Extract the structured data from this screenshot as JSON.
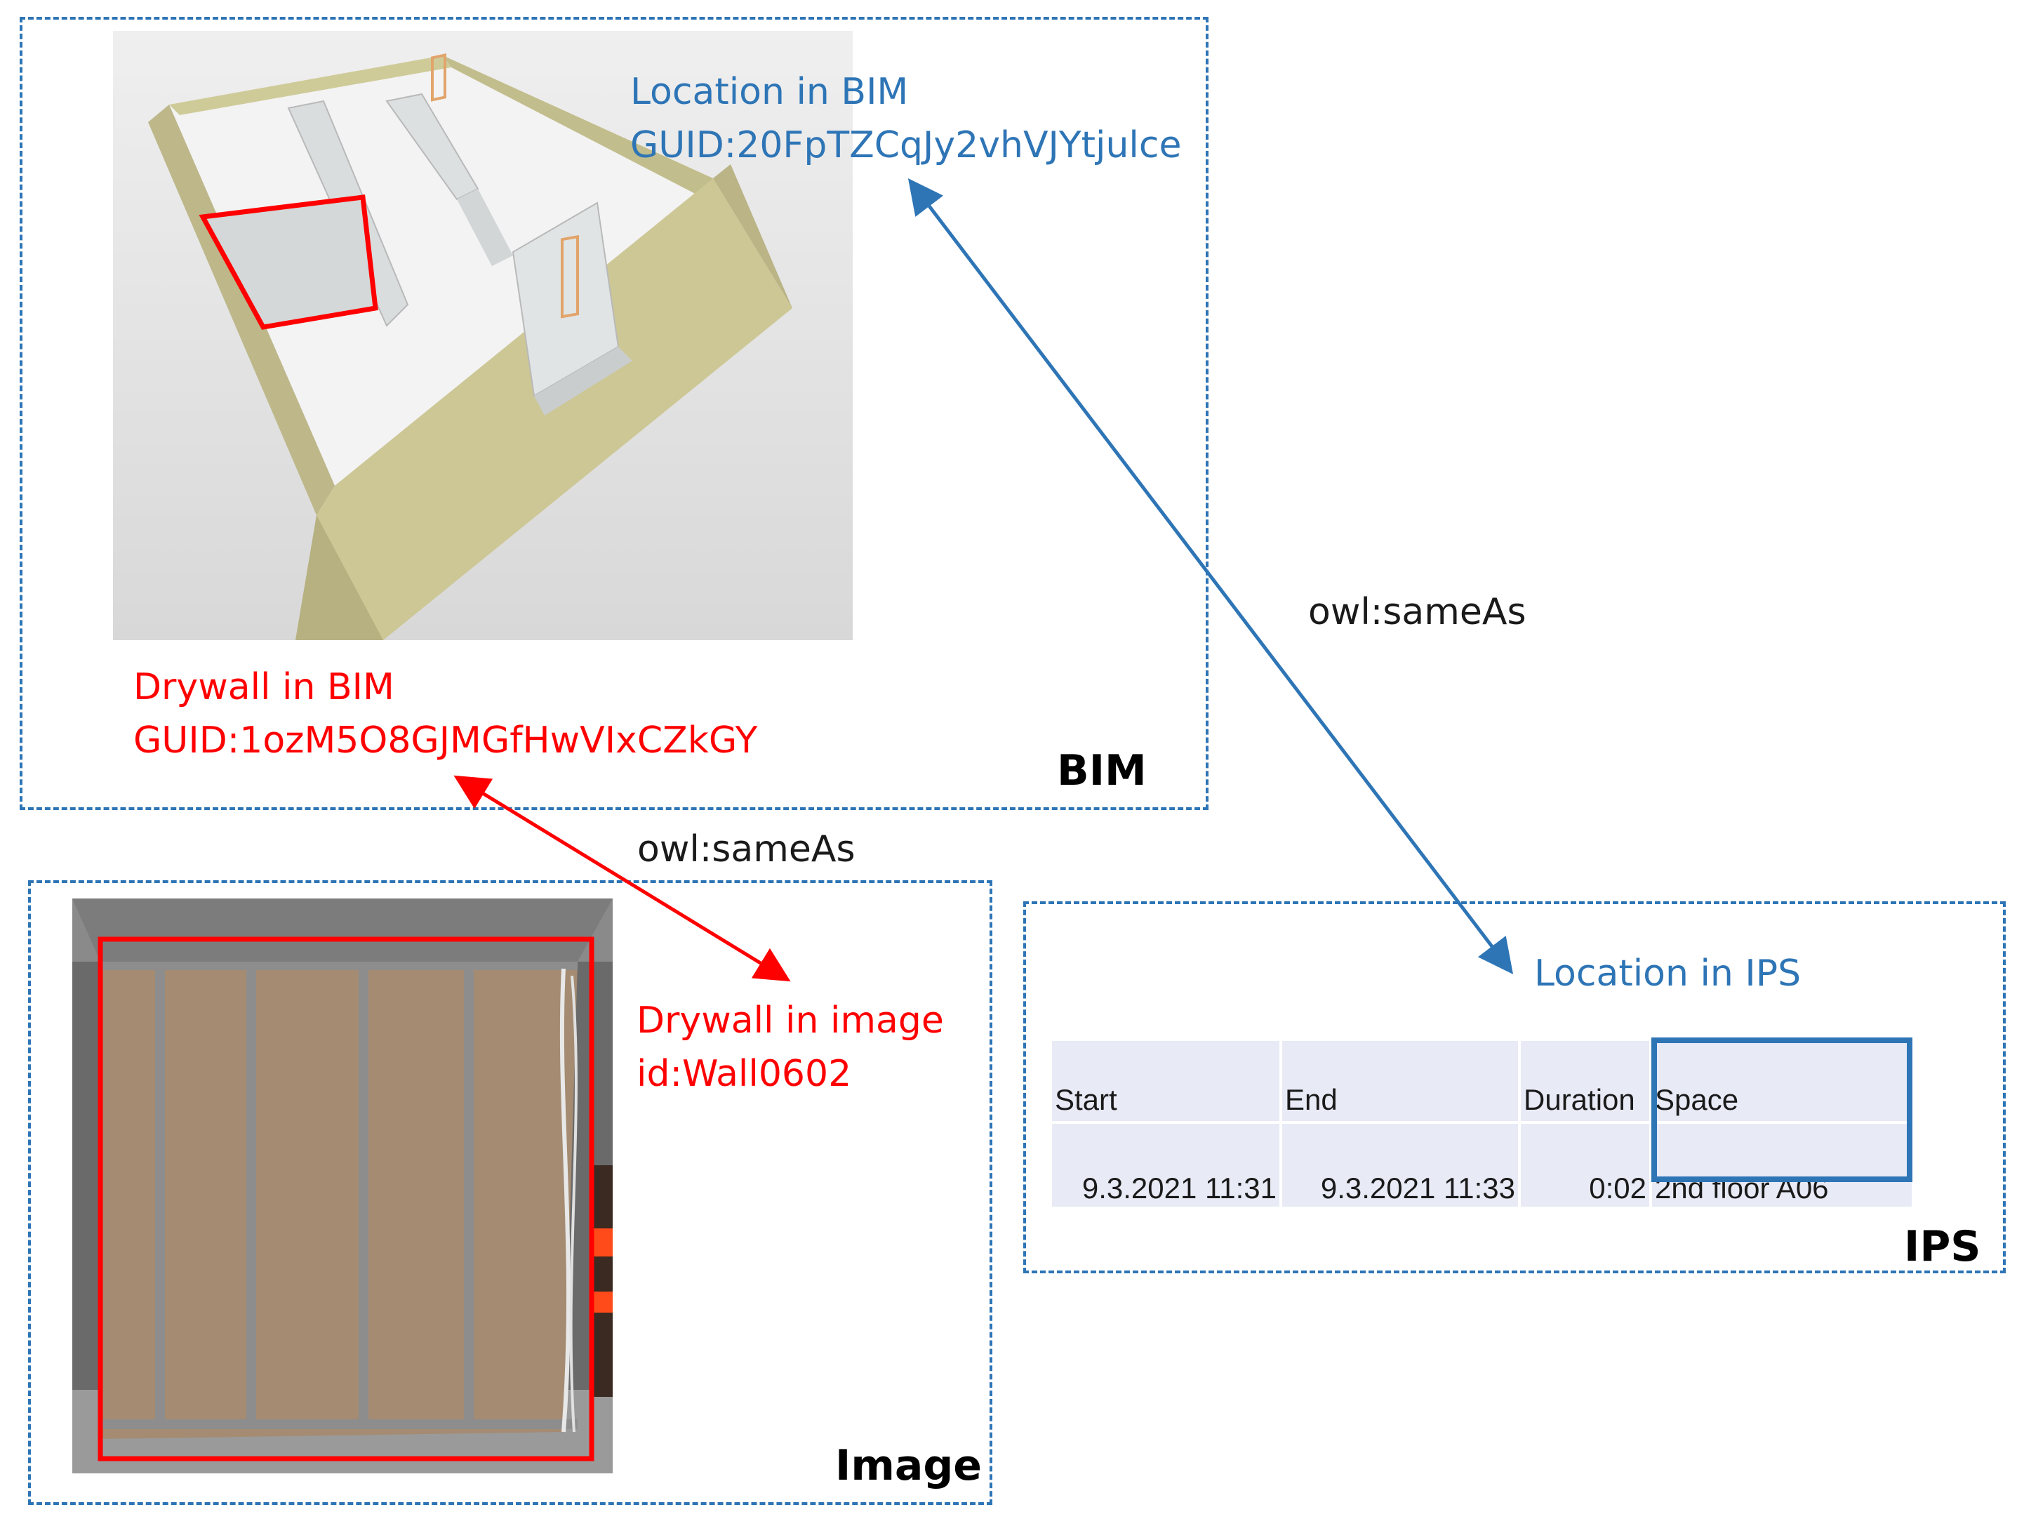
{
  "panels": {
    "bim": {
      "label": "BIM"
    },
    "image": {
      "label": "Image"
    },
    "ips": {
      "label": "IPS"
    }
  },
  "bim_location": {
    "line1": "Location in BIM",
    "line2": "GUID:20FpTZCqJy2vhVJYtjulce"
  },
  "bim_drywall": {
    "line1": "Drywall in BIM",
    "line2": "GUID:1ozM5O8GJMGfHwVIxCZkGY"
  },
  "image_drywall": {
    "line1": "Drywall in image",
    "line2": "id:Wall0602"
  },
  "ips_location": {
    "line1": "Location in IPS"
  },
  "relations": {
    "location_relation": "owl:sameAs",
    "drywall_relation": "owl:sameAs"
  },
  "ips_table": {
    "columns": [
      "Start",
      "End",
      "Duration",
      "Space"
    ],
    "rows": [
      {
        "start": "9.3.2021 11:31",
        "end": "9.3.2021 11:33",
        "duration": "0:02",
        "space": "2nd floor A06"
      }
    ]
  },
  "colors": {
    "panel_border": "#2e75b6",
    "location_text": "#2e75b6",
    "drywall_text": "#ff0000",
    "bim_wall": "#c7c38e",
    "interior_wall": "#d8dcdc"
  }
}
